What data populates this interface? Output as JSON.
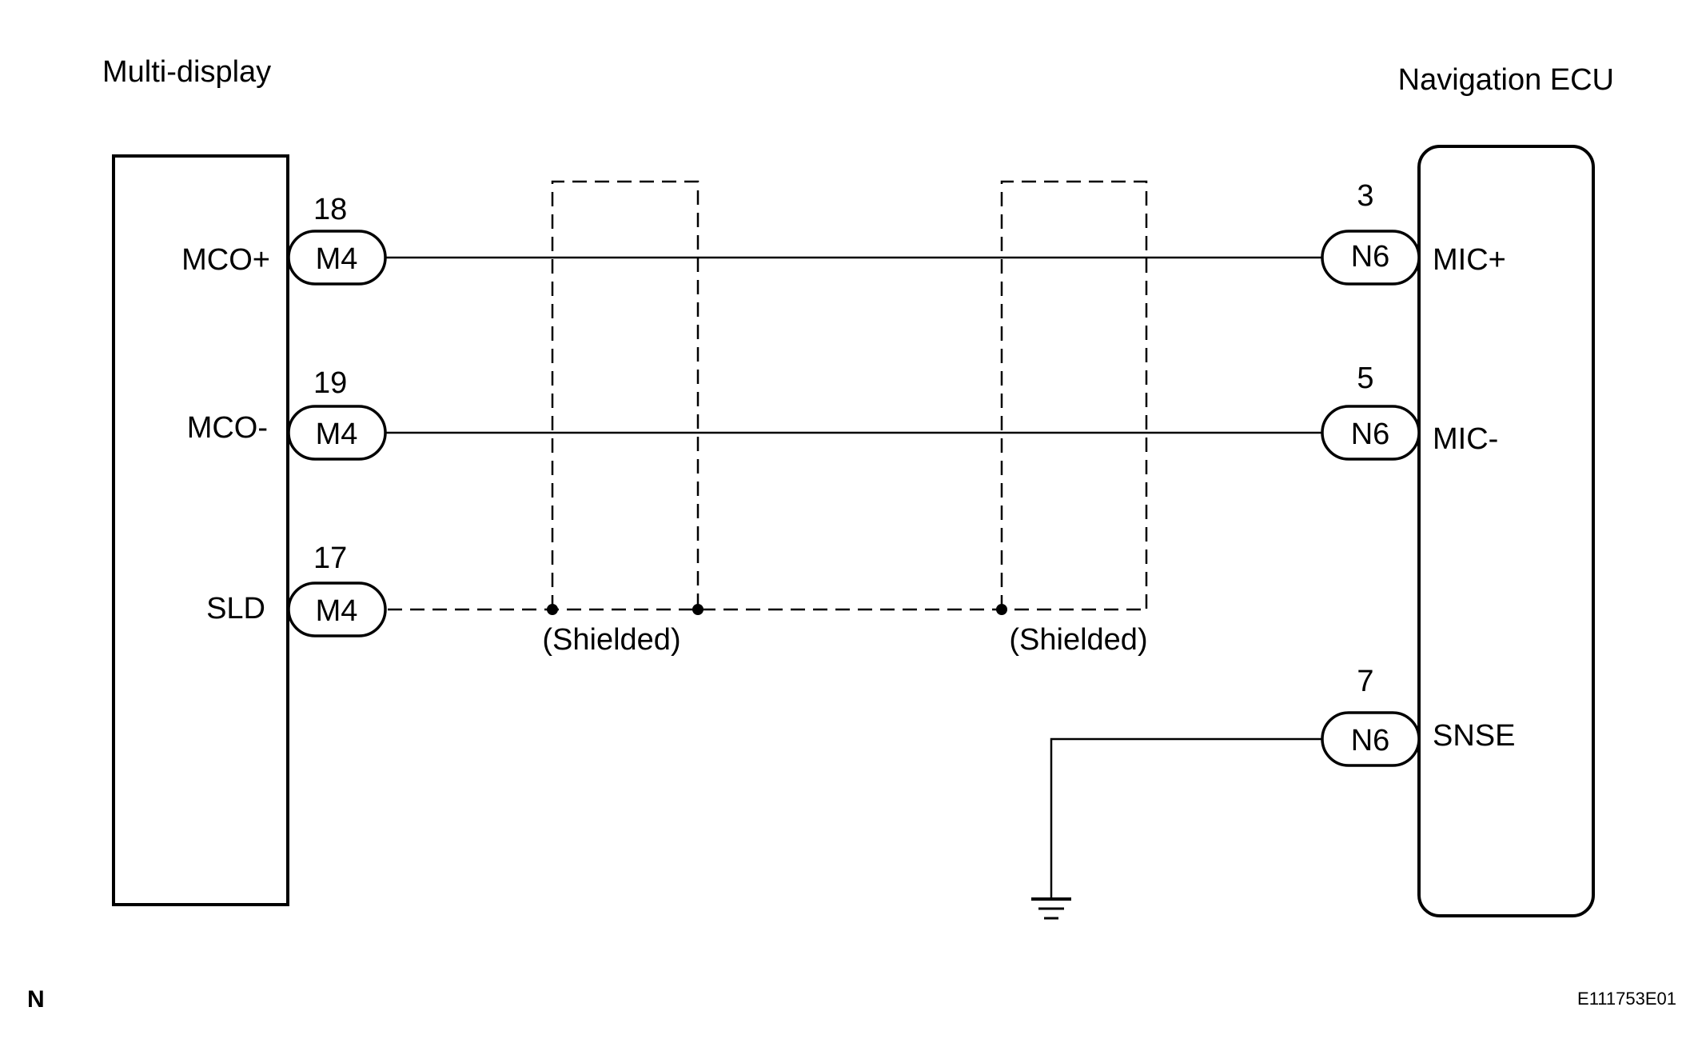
{
  "left_component": {
    "title": "Multi-display"
  },
  "right_component": {
    "title": "Navigation ECU"
  },
  "left_terminals": [
    {
      "name": "MCO+",
      "pin": "18",
      "connector": "M4"
    },
    {
      "name": "MCO-",
      "pin": "19",
      "connector": "M4"
    },
    {
      "name": "SLD",
      "pin": "17",
      "connector": "M4"
    }
  ],
  "right_terminals": [
    {
      "name": "MIC+",
      "pin": "3",
      "connector": "N6"
    },
    {
      "name": "MIC-",
      "pin": "5",
      "connector": "N6"
    },
    {
      "name": "SNSE",
      "pin": "7",
      "connector": "N6"
    }
  ],
  "shield_labels": [
    "(Shielded)",
    "(Shielded)"
  ],
  "footer": {
    "left_mark": "N",
    "figure_id": "E111753E01"
  }
}
